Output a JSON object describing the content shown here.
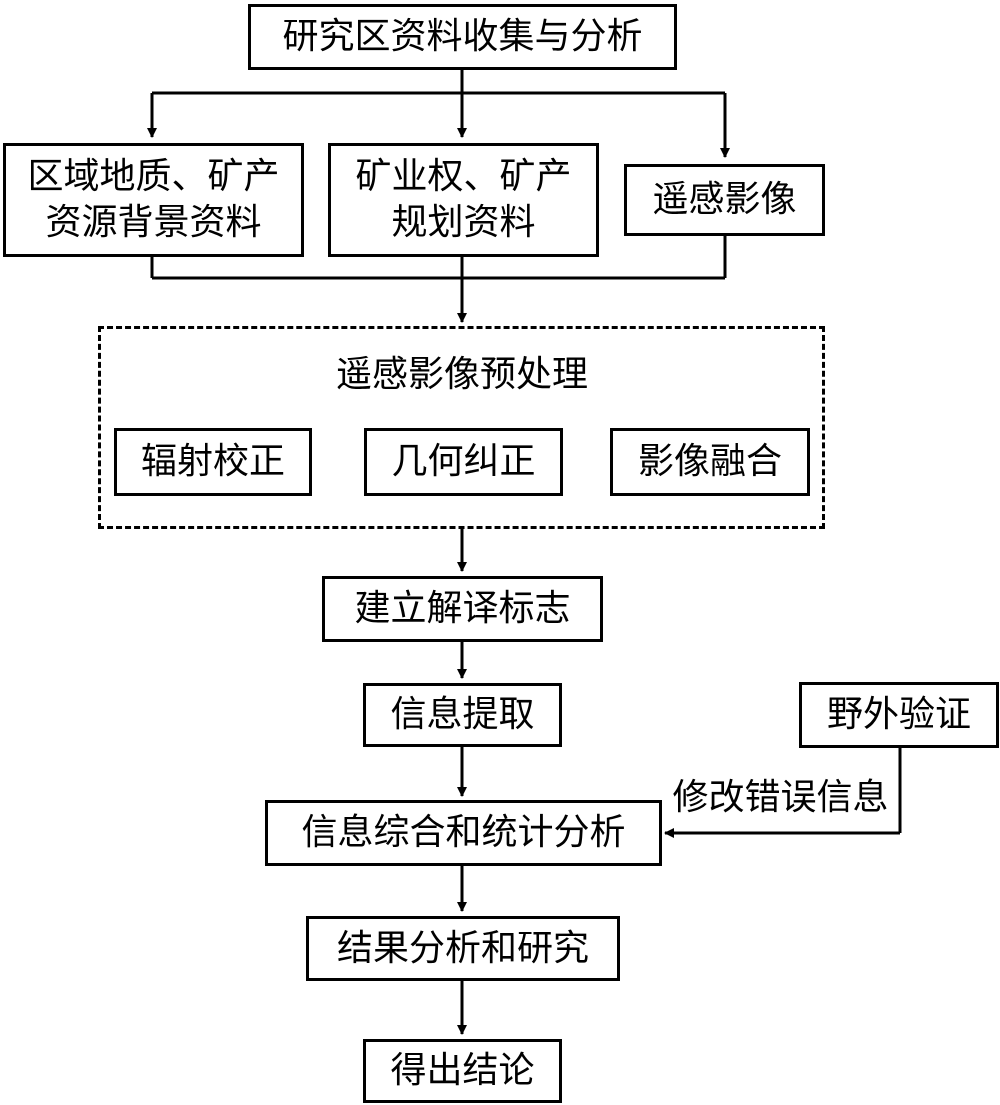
{
  "nodes": {
    "collect": "研究区资料收集与分析",
    "geology_line1": "区域地质、矿产",
    "geology_line2": "资源背景资料",
    "mining_line1": "矿业权、矿产",
    "mining_line2": "规划资料",
    "remote_sensing": "遥感影像",
    "preprocess_title": "遥感影像预处理",
    "radiometric": "辐射校正",
    "geometric": "几何纠正",
    "fusion": "影像融合",
    "signs": "建立解译标志",
    "extract": "信息提取",
    "field_verify": "野外验证",
    "fix_label": "修改错误信息",
    "synthesis": "信息综合和统计分析",
    "result": "结果分析和研究",
    "conclusion": "得出结论"
  }
}
